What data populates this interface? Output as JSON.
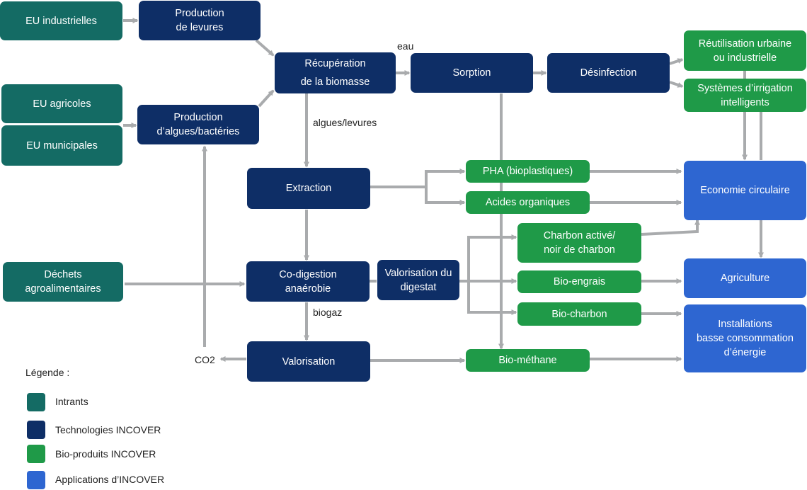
{
  "nodes": {
    "eu_industrielles": "EU industrielles",
    "eu_agricoles": "EU agricoles",
    "eu_municipales": "EU municipales",
    "dechets": "Déchets\nagroalimentaires",
    "prod_levures": "Production\nde levures",
    "prod_algues": "Production\nd’algues/bactéries",
    "recuperation": "Récupération\nde la biomasse",
    "sorption": "Sorption",
    "desinfection": "Désinfection",
    "extraction": "Extraction",
    "codigestion": "Co-digestion\nanaérobie",
    "valorisation_digestat": "Valorisation du\ndigestat",
    "valorisation": "Valorisation",
    "reutilisation": "Réutilisation urbaine\nou industrielle",
    "irrigation": "Systèmes d’irrigation\nintelligents",
    "pha": "PHA (bioplastiques)",
    "acides": "Acides organiques",
    "charbon_active": "Charbon activé/\nnoir de charbon",
    "bio_engrais": "Bio-engrais",
    "bio_charbon": "Bio-charbon",
    "bio_methane": "Bio-méthane",
    "economie": "Economie circulaire",
    "agriculture": "Agriculture",
    "installations": "Installations\nbasse consommation\nd’énergie"
  },
  "edge_labels": {
    "eau": "eau",
    "algues_levures": "algues/levures",
    "biogaz": "biogaz",
    "co2": "CO2"
  },
  "legend": {
    "title": "Légende :",
    "items": [
      {
        "label": "Intrants",
        "color": "#146b64"
      },
      {
        "label": "Technologies INCOVER",
        "color": "#0e2e66"
      },
      {
        "label": "Bio-produits INCOVER",
        "color": "#1f9a48"
      },
      {
        "label": "Applications d’INCOVER",
        "color": "#2e66d1"
      }
    ]
  },
  "colors": {
    "intrants": "#146b64",
    "technologies": "#0e2e66",
    "bioproduits": "#1f9a48",
    "applications": "#2e66d1",
    "arrow": "#a9abad"
  }
}
